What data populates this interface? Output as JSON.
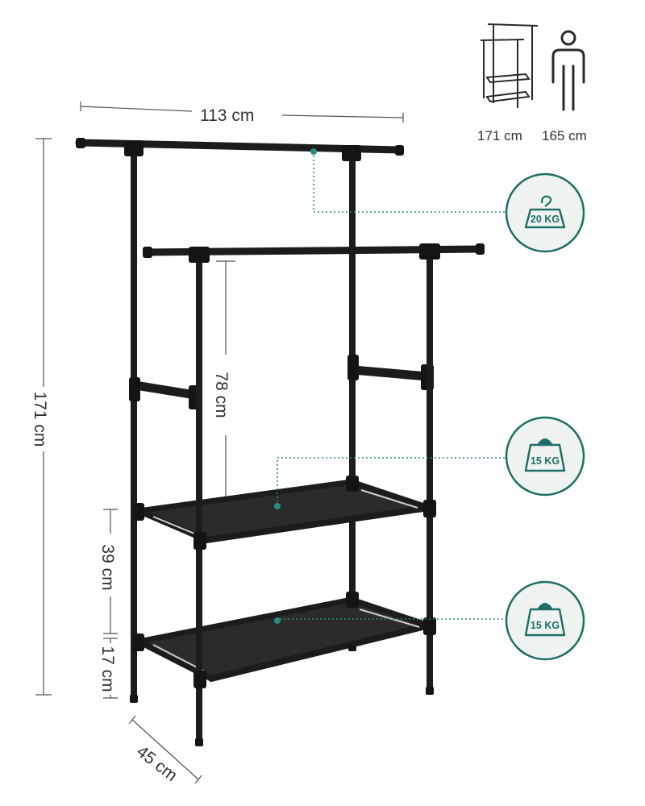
{
  "dimensions": {
    "width": "113 cm",
    "height": "171 cm",
    "inner_drop": "78 cm",
    "shelf_gap": "39 cm",
    "bottom_clearance": "17 cm",
    "depth": "45 cm"
  },
  "height_comparison": {
    "rack_height": "171 cm",
    "person_height": "165 cm"
  },
  "load_badges": {
    "top_rail": "20 KG",
    "middle_shelf": "15 KG",
    "bottom_shelf": "15 KG"
  },
  "colors": {
    "accent": "#1f6e66",
    "frame": "#1c1c1c",
    "shelf_fabric": "#2b2b2b",
    "badge_fill": "#eef3f2"
  },
  "icons": [
    "weight-hanger-icon",
    "weight-icon",
    "person-icon",
    "rack-thumbnail-icon"
  ]
}
